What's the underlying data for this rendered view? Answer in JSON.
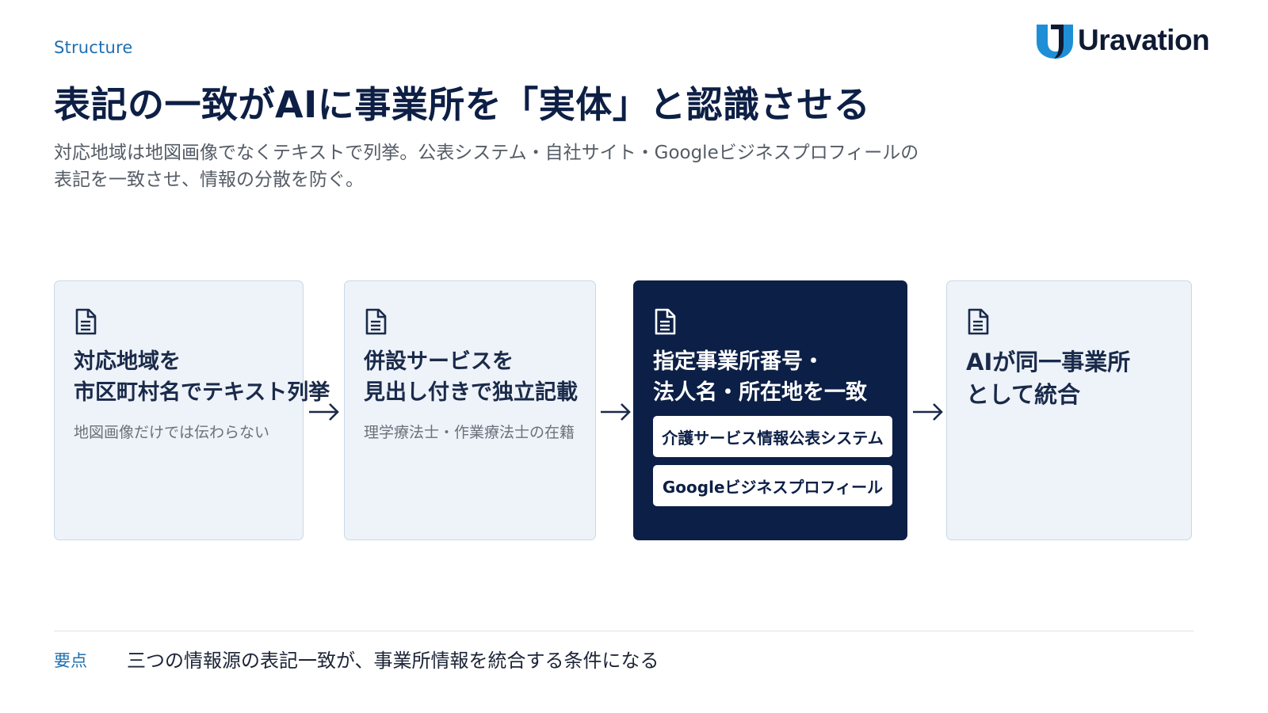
{
  "header": {
    "section_label": "Structure",
    "brand_name": "Uravation"
  },
  "title": "表記の一致がAIに事業所を「実体」と認識させる",
  "subtitle": {
    "line1": "対応地域は地図画像でなくテキストで列挙。公表システム・自社サイト・Googleビジネスプロフィールの",
    "line2": "表記を一致させ、情報の分散を防ぐ。"
  },
  "cards": [
    {
      "icon": "document-icon",
      "title_lines": [
        "対応地域を",
        "市区町村名でテキスト列挙"
      ],
      "note": "地図画像だけでは伝わらない"
    },
    {
      "icon": "document-icon",
      "title_lines": [
        "併設サービスを",
        "見出し付きで独立記載"
      ],
      "note": "理学療法士・作業療法士の在籍"
    },
    {
      "icon": "document-icon",
      "title_lines": [
        "指定事業所番号・",
        "法人名・所在地を一致"
      ],
      "items": [
        "介護サービス情報公表システム",
        "Googleビジネスプロフィール"
      ]
    },
    {
      "icon": "document-icon",
      "title_lines": [
        "AIが同一事業所",
        "として統合"
      ]
    }
  ],
  "footer": {
    "key_label": "要点",
    "key_text": "三つの情報源の表記一致が、事業所情報を統合する条件になる"
  },
  "colors": {
    "accent": "#1f6fb2",
    "navy": "#0c1f46",
    "card_bg": "#eef3f9",
    "card_border": "#c8d8ea"
  }
}
